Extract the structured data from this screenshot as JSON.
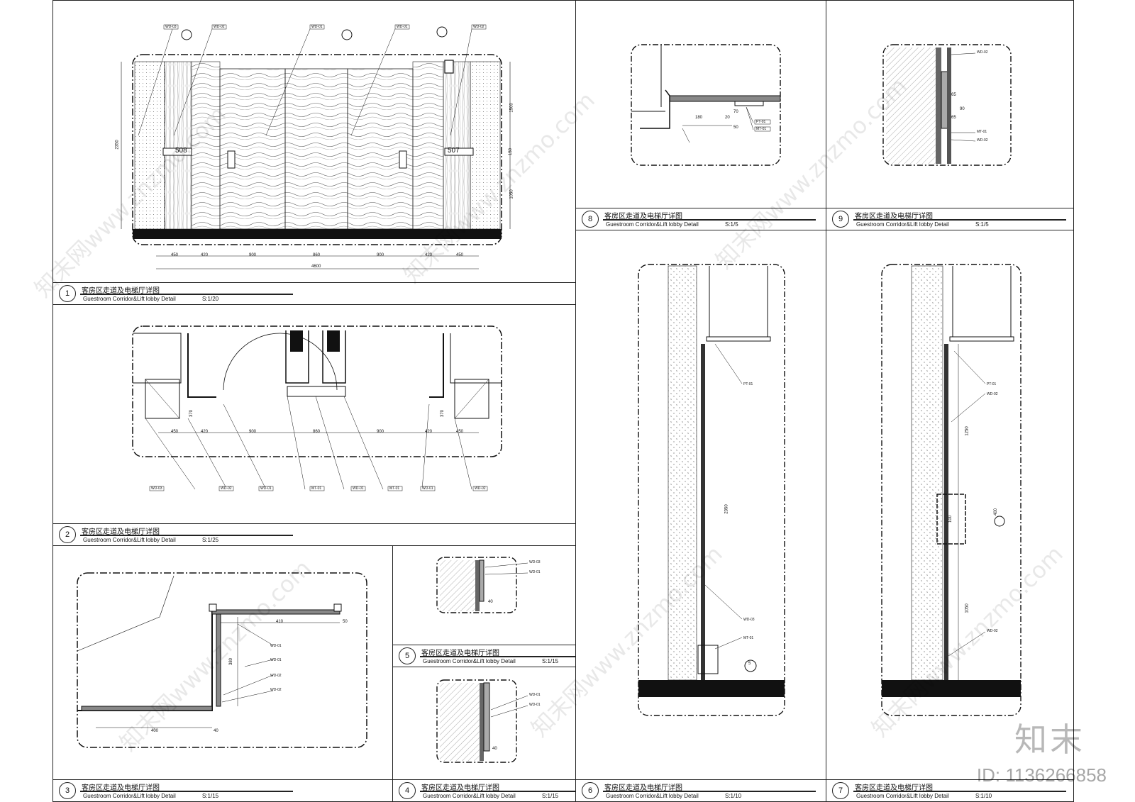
{
  "panels": [
    {
      "id": "1",
      "zh": "客房区走道及电梯厅详图",
      "en": "Guestroom Corridor&Lift lobby Detail",
      "scale": "S:1/20"
    },
    {
      "id": "2",
      "zh": "客房区走道及电梯厅详图",
      "en": "Guestroom Corridor&Lift lobby Detail",
      "scale": "S:1/25"
    },
    {
      "id": "3",
      "zh": "客房区走道及电梯厅详图",
      "en": "Guestroom Corridor&Lift lobby Detail",
      "scale": "S:1/15"
    },
    {
      "id": "4",
      "zh": "客房区走道及电梯厅详图",
      "en": "Guestroom Corridor&Lift lobby Detail",
      "scale": "S:1/15"
    },
    {
      "id": "5",
      "zh": "客房区走道及电梯厅详图",
      "en": "Guestroom Corridor&Lift lobby Detail",
      "scale": "S:1/15"
    },
    {
      "id": "6",
      "zh": "客房区走道及电梯厅详图",
      "en": "Guestroom Corridor&Lift lobby Detail",
      "scale": "S:1/10"
    },
    {
      "id": "7",
      "zh": "客房区走道及电梯厅详图",
      "en": "Guestroom Corridor&Lift lobby Detail",
      "scale": "S:1/10"
    },
    {
      "id": "8",
      "zh": "客房区走道及电梯厅详图",
      "en": "Guestroom Corridor&Lift lobby Detail",
      "scale": "S:1/5"
    },
    {
      "id": "9",
      "zh": "客房区走道及电梯厅详图",
      "en": "Guestroom Corridor&Lift lobby Detail",
      "scale": "S:1/5"
    }
  ],
  "elevation": {
    "room_left": "508",
    "room_right": "507",
    "dims": [
      "450",
      "420",
      "900",
      "860",
      "900",
      "420",
      "450"
    ],
    "total": "4600",
    "heights": [
      "1500",
      "150",
      "1050"
    ],
    "overall": "2350",
    "tags": [
      "WD-03",
      "WD-02",
      "WD-01",
      "WD-01",
      "WD-02"
    ]
  },
  "plan": {
    "dims": [
      "450",
      "420",
      "900",
      "860",
      "900",
      "420",
      "450"
    ],
    "tags": [
      "WD-03",
      "WD-02",
      "WD-01",
      "MT-01",
      "WD-01",
      "MT-01",
      "WD-01",
      "WD-02"
    ],
    "dim370": "370"
  },
  "detail3": {
    "dims": [
      "410",
      "50",
      "380",
      "400",
      "40"
    ],
    "tags": [
      "WD-01",
      "WD-01",
      "WD-02",
      "WD-02"
    ]
  },
  "detail4": {
    "tags": [
      "WD-01",
      "WD-01"
    ],
    "dim": "40"
  },
  "detail5": {
    "tags": [
      "WD-03",
      "WD-01"
    ],
    "dim": "40"
  },
  "detail6": {
    "tags": [
      "PT-01",
      "WD-03",
      "MT-01"
    ],
    "dim": "2350",
    "marker": "5"
  },
  "detail7": {
    "tags": [
      "PT-01",
      "WD-02",
      "WD-02"
    ],
    "dims": [
      "1250",
      "1050",
      "100",
      "400"
    ]
  },
  "detail8": {
    "tags": [
      "PT-01",
      "MT-01"
    ],
    "dims": [
      "180",
      "70",
      "20",
      "50"
    ]
  },
  "detail9": {
    "tags": [
      "WD-02",
      "MT-01",
      "WD-02"
    ],
    "dims": [
      "65",
      "90",
      "65"
    ]
  },
  "watermark_text": "知末网www.znzmo.com",
  "brand": "知末",
  "id_label": "ID: 1136266858"
}
